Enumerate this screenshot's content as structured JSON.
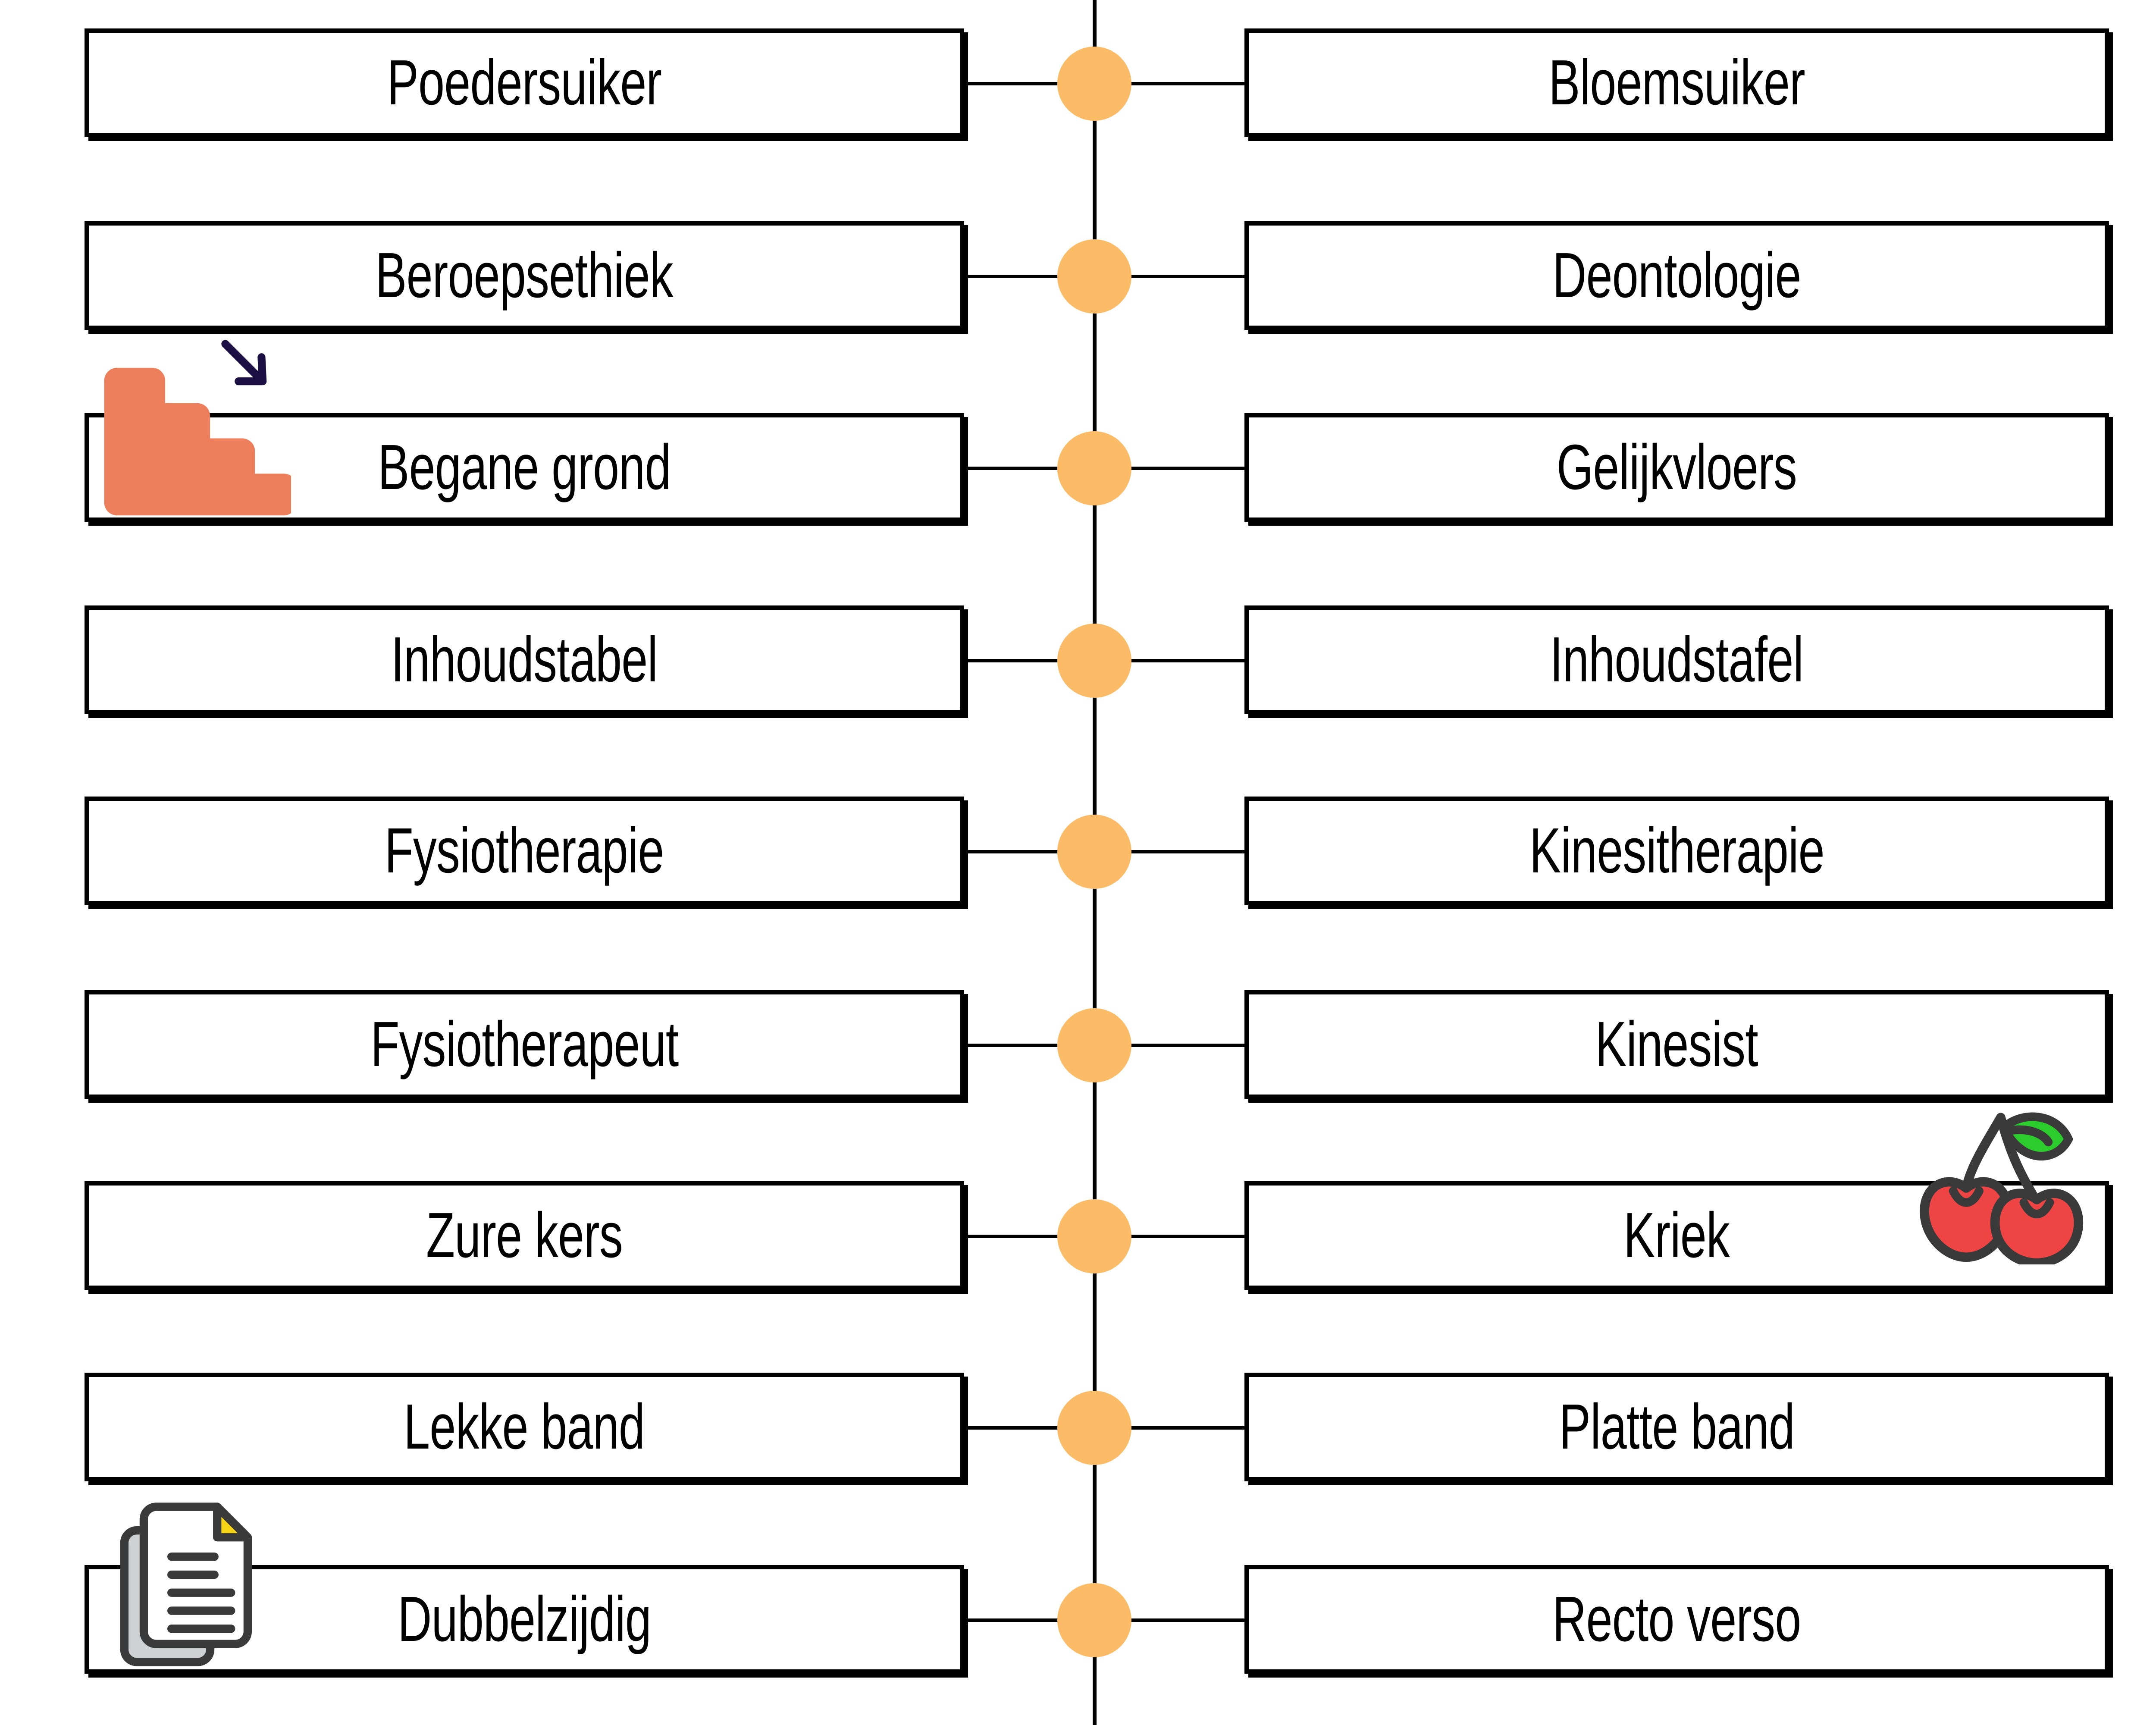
{
  "meta": {
    "title": "Nederlands - Vlaams woordenparen",
    "layout": "two-column comparison with central connector spine",
    "rows_count": 9
  },
  "colors": {
    "node_orange": "#FCBB66",
    "box_border": "#000000",
    "box_fill": "#FFFFFF",
    "text": "#000000",
    "spine": "#000000",
    "stairs_salmon": "#EE7F5C",
    "arrow_navy": "#1B0F44",
    "cherry_red": "#EF4444",
    "cherry_leaf_green": "#2BCC2B",
    "icon_outline": "#3A3A3A",
    "doc_back_gray": "#CFD1D3",
    "doc_corner_yellow": "#F8D417"
  },
  "rows": [
    {
      "left": "Poedersuiker",
      "right": "Bloemsuiker"
    },
    {
      "left": "Beroepsethiek",
      "right": "Deontologie"
    },
    {
      "left": "Begane grond",
      "right": "Gelijkvloers"
    },
    {
      "left": "Inhoudstabel",
      "right": "Inhoudstafel"
    },
    {
      "left": "Fysiotherapie",
      "right": "Kinesitherapie"
    },
    {
      "left": "Fysiotherapeut",
      "right": "Kinesist"
    },
    {
      "left": "Zure kers",
      "right": "Kriek"
    },
    {
      "left": "Lekke band",
      "right": "Platte band"
    },
    {
      "left": "Dubbelzijdig",
      "right": "Recto verso"
    }
  ],
  "decorations": [
    {
      "name": "stairs-icon",
      "description": "four descending salmon steps",
      "near_row": 2,
      "side": "left"
    },
    {
      "name": "arrow-down-right-icon",
      "description": "navy diagonal arrow pointing down-right",
      "near_row": 2,
      "side": "left"
    },
    {
      "name": "cherries-icon",
      "description": "two red cherries with green leaf",
      "near_row": 6,
      "side": "right"
    },
    {
      "name": "documents-icon",
      "description": "two stacked pages, front page with five lines and folded yellow corner",
      "near_row": 8,
      "side": "left"
    }
  ]
}
